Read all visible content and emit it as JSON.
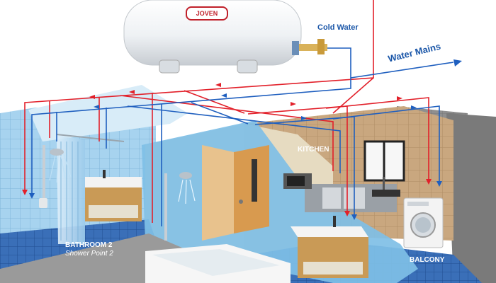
{
  "heater": {
    "brand": "JOVEN"
  },
  "labels": {
    "cold_water": "Cold Water",
    "water_mains": "Water Mains",
    "kitchen": "KITCHEN",
    "bathroom": "BATHROOM 2",
    "shower_point": "Shower Point 2",
    "balcony": "BALCONY"
  },
  "colors": {
    "hot_pipe": "#e2202a",
    "cold_pipe": "#1f5fbf",
    "label_blue": "#1a56a8",
    "bath_wall": "#8ec6ea",
    "floor_tile": "#2b5fa8",
    "kitchen_wall": "#c9a77f",
    "balcony_wall": "#8f8f8f"
  }
}
